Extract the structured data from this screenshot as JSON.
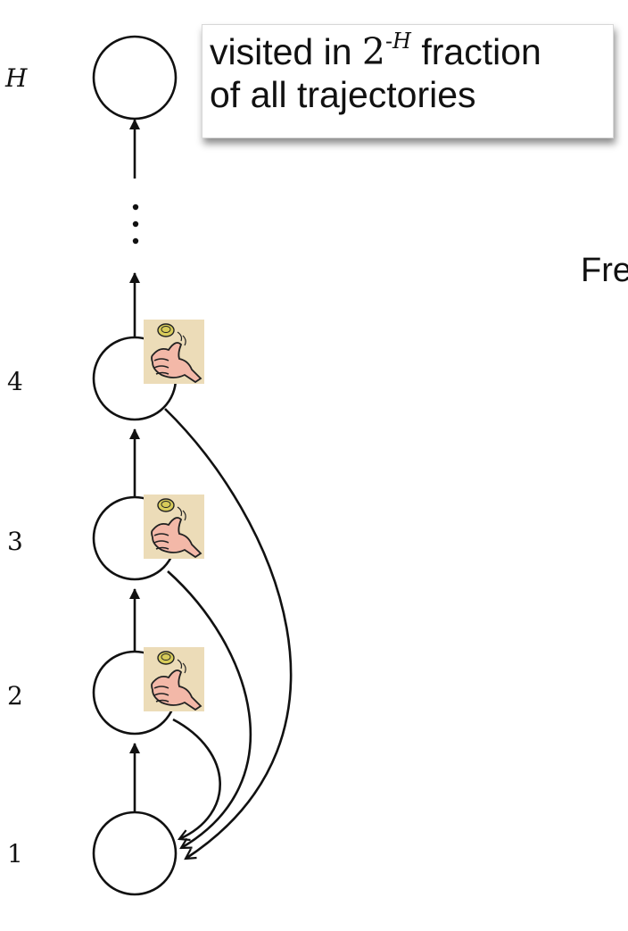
{
  "levels": [
    {
      "id": "1",
      "label": "1"
    },
    {
      "id": "2",
      "label": "2"
    },
    {
      "id": "3",
      "label": "3"
    },
    {
      "id": "4",
      "label": "4"
    },
    {
      "id": "H",
      "label": "H"
    }
  ],
  "ellipsis": "⋮",
  "callout": {
    "line1_prefix": "visited in ",
    "base": "2",
    "exponent_sign": "-",
    "exponent_var": "H",
    "line1_suffix": " fraction",
    "line2": "of all trajectories"
  },
  "side_text": "Fre",
  "icons": [
    "coin-flip-thumb-icon",
    "coin-flip-thumb-icon",
    "coin-flip-thumb-icon"
  ],
  "colors": {
    "stroke": "#111111",
    "icon_bg": "#ecdcb8",
    "thumb": "#f3b8a8",
    "coin": "#d8cc5a"
  }
}
